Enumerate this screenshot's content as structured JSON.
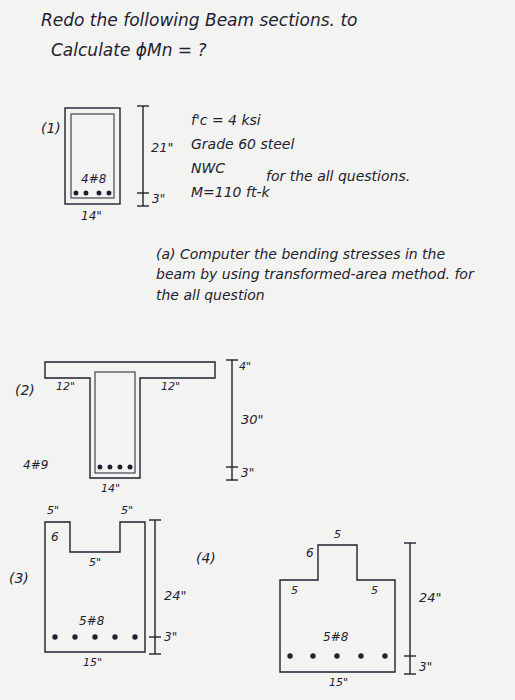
{
  "diagram": {
    "labels": [
      "Redo the following Beam sections. to",
      "Calculate ϕMn = ?",
      "(1)",
      "21\"",
      "4#8",
      "3\"",
      "14\"",
      "f'c = 4 ksi",
      "Grade 60 steel",
      "NWC",
      "for the all questions.",
      "M=110 ft-k",
      "(a) Computer the bending stresses in the beam by using transformed-area method. for the all question",
      "(2)",
      "12\"",
      "12\"",
      "4\"",
      "30\"",
      "4#9",
      "3\"",
      "14\"",
      "(3)",
      "5\"",
      "6",
      "5\"",
      "5\"",
      "24\"",
      "5#8",
      "3\"",
      "15\"",
      "(4)",
      "6",
      "5",
      "5",
      "5",
      "24\"",
      "5#8",
      "3\"",
      "15\""
    ]
  }
}
